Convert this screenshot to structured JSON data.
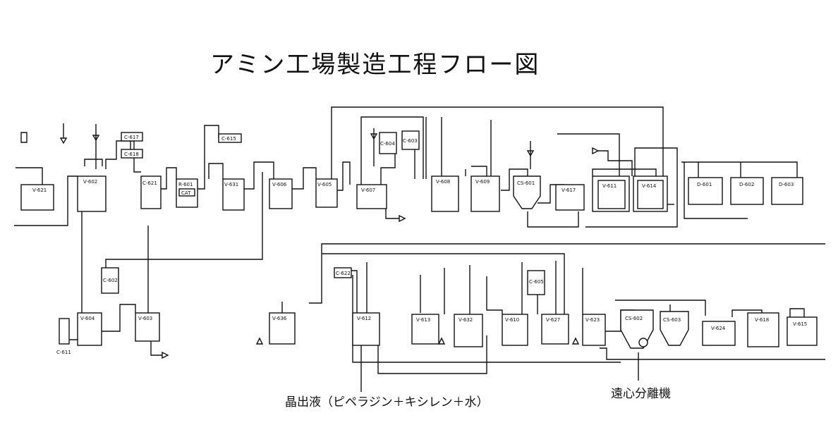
{
  "title": "アミン工場製造工程フロー図",
  "captions": {
    "crystal": "晶出液（ピペラジン＋キシレン＋水）",
    "centrifuge": "遠心分離機"
  },
  "equipment": {
    "v621": "V-621",
    "v602": "V-602",
    "c617": "C-617",
    "c618": "C-618",
    "c621": "C-621",
    "r601": "R-601",
    "cat": "CAT",
    "v631": "V-631",
    "c615": "C-615",
    "v606": "V-606",
    "v605": "V-605",
    "c604": "C-604",
    "c603": "C-603",
    "v607": "V-607",
    "v608": "V-608",
    "v609": "V-609",
    "cs601": "CS-601",
    "v617": "V-617",
    "v611": "V-611",
    "v614": "V-614",
    "d601": "D-601",
    "d602": "D-602",
    "d603": "D-603",
    "c602": "C-602",
    "v604": "V-604",
    "v603": "V-603",
    "c611": "C-611",
    "v636": "V-636",
    "c622": "C-622",
    "v612": "V-612",
    "v613": "V-613",
    "v632": "V-632",
    "v610": "V-610",
    "v627": "V-627",
    "c605": "C-605",
    "v623": "V-623",
    "cs602": "CS-602",
    "cs603": "CS-603",
    "v624": "V-624",
    "v618": "V-618",
    "v615": "V-615"
  }
}
